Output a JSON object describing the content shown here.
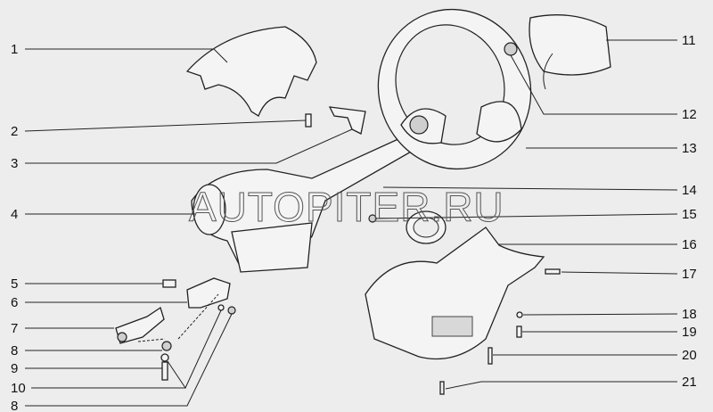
{
  "watermark": "AUTOPITER.RU",
  "callouts_left": [
    "1",
    "2",
    "3",
    "4",
    "5",
    "6",
    "7",
    "8",
    "9",
    "10",
    "8"
  ],
  "callouts_right": [
    "11",
    "12",
    "13",
    "14",
    "15",
    "16",
    "17",
    "18",
    "19",
    "20",
    "21"
  ]
}
